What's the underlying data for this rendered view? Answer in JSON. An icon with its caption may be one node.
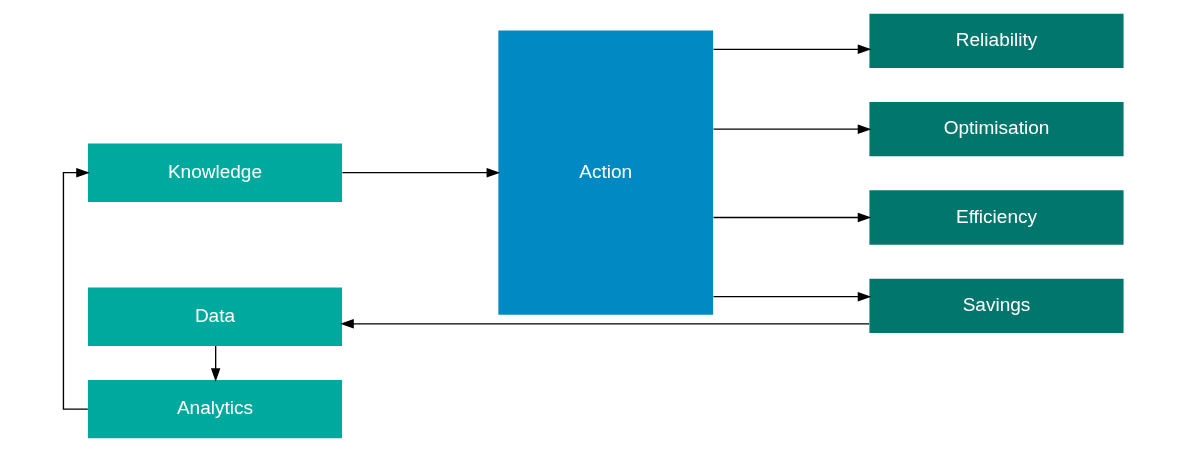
{
  "diagram": {
    "nodes": [
      {
        "text": [
          "Knowledge"
        ]
      },
      {
        "text": [
          "Analytics"
        ]
      },
      {
        "text": [
          "Data"
        ]
      },
      {
        "text": [
          "Action"
        ]
      },
      {
        "text": [
          "Reliability"
        ]
      },
      {
        "text": [
          "Optimisation"
        ]
      },
      {
        "text": [
          "Efficiency"
        ]
      },
      {
        "text": [
          "Savings"
        ]
      }
    ],
    "edges": [
      {
        "from": 2,
        "to": 1,
        "arrow": "to"
      },
      {
        "from": 1,
        "to": 0,
        "arrow": "to"
      },
      {
        "from": 0,
        "to": 3,
        "arrow": "to"
      },
      {
        "from": 3,
        "to": 4,
        "arrow": "to"
      },
      {
        "from": 3,
        "to": 5,
        "arrow": "to"
      },
      {
        "from": 3,
        "to": 6,
        "arrow": "to"
      },
      {
        "from": 3,
        "to": 7,
        "arrow": "to"
      },
      {
        "from": 7,
        "to": 2,
        "arrow": "to"
      }
    ]
  }
}
